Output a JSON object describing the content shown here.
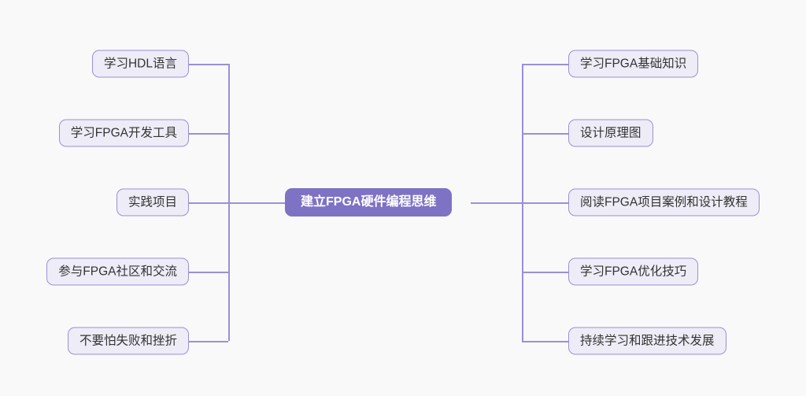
{
  "diagram": {
    "type": "mind-map",
    "background_color": "#f9f9fa",
    "node_fill_color": "#eeecf7",
    "node_border_color": "#9b90d6",
    "node_text_color": "#333333",
    "connector_color": "#9b90d6",
    "center": {
      "label": "建立FPGA硬件编程思维",
      "fill_color": "#7d72c4",
      "text_color": "#ffffff"
    },
    "left_branch": [
      {
        "label": "学习HDL语言"
      },
      {
        "label": "学习FPGA开发工具"
      },
      {
        "label": "实践项目"
      },
      {
        "label": "参与FPGA社区和交流"
      },
      {
        "label": "不要怕失败和挫折"
      }
    ],
    "right_branch": [
      {
        "label": "学习FPGA基础知识"
      },
      {
        "label": "设计原理图"
      },
      {
        "label": "阅读FPGA项目案例和设计教程"
      },
      {
        "label": "学习FPGA优化技巧"
      },
      {
        "label": "持续学习和跟进技术发展"
      }
    ]
  }
}
